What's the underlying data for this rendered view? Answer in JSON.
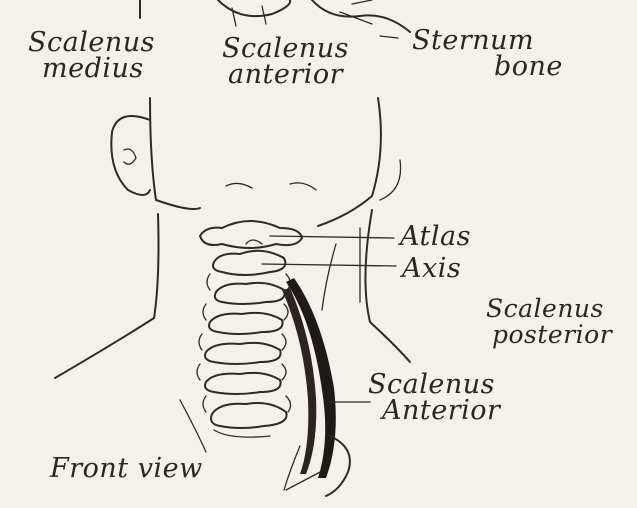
{
  "labels": {
    "scalenus_medius": [
      "Scalenus",
      "medius"
    ],
    "scalenus_anterior_top": [
      "Scalenus",
      "anterior"
    ],
    "sternum_bone": [
      "Sternum",
      "bone"
    ],
    "atlas": "Atlas",
    "axis": "Axis",
    "scalenus_posterior": [
      "Scalenus",
      "posterior"
    ],
    "scalenus_anterior_bottom": [
      "Scalenus",
      "Anterior"
    ],
    "front_view": "Front view"
  },
  "colors": {
    "ink": "#2f2a25",
    "paper": "#f4f1ea",
    "muscle": "#1f1a17"
  }
}
